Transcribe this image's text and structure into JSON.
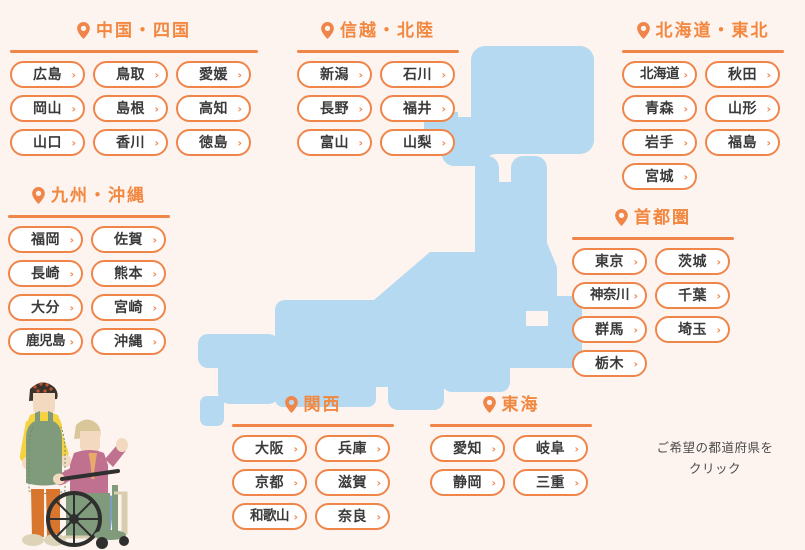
{
  "page": {
    "background_color": "#fdf3ef",
    "accent_color": "#f0854a",
    "map_color": "#b4d9f0",
    "button_text_color": "#3a3a3a"
  },
  "note": {
    "line1": "ご希望の都道府県を",
    "line2": "クリック"
  },
  "icons": {
    "pin": "map-pin-icon",
    "chevron": "›"
  },
  "illustration": {
    "name": "caregiver-and-wheelchair-user-illustration"
  },
  "map": {
    "name": "japan-map-silhouette",
    "color": "#b4d9f0"
  },
  "regions": [
    {
      "id": "chugoku-shikoku",
      "title": "中国・四国",
      "columns": 3,
      "prefectures": [
        {
          "name": "広島"
        },
        {
          "name": "鳥取"
        },
        {
          "name": "愛媛"
        },
        {
          "name": "岡山"
        },
        {
          "name": "島根"
        },
        {
          "name": "高知"
        },
        {
          "name": "山口"
        },
        {
          "name": "香川"
        },
        {
          "name": "徳島"
        }
      ]
    },
    {
      "id": "shinetsu-hokuriku",
      "title": "信越・北陸",
      "columns": 2,
      "prefectures": [
        {
          "name": "新潟"
        },
        {
          "name": "石川"
        },
        {
          "name": "長野"
        },
        {
          "name": "福井"
        },
        {
          "name": "富山"
        },
        {
          "name": "山梨"
        }
      ]
    },
    {
      "id": "hokkaido-tohoku",
      "title": "北海道・東北",
      "columns": 2,
      "prefectures": [
        {
          "name": "北海道",
          "narrow": true
        },
        {
          "name": "秋田"
        },
        {
          "name": "青森"
        },
        {
          "name": "山形"
        },
        {
          "name": "岩手"
        },
        {
          "name": "福島"
        },
        {
          "name": "宮城"
        }
      ]
    },
    {
      "id": "kyushu-okinawa",
      "title": "九州・沖縄",
      "columns": 2,
      "prefectures": [
        {
          "name": "福岡"
        },
        {
          "name": "佐賀"
        },
        {
          "name": "長崎"
        },
        {
          "name": "熊本"
        },
        {
          "name": "大分"
        },
        {
          "name": "宮崎"
        },
        {
          "name": "鹿児島",
          "narrow": true
        },
        {
          "name": "沖縄"
        }
      ]
    },
    {
      "id": "shutoken",
      "title": "首都圏",
      "columns": 2,
      "prefectures": [
        {
          "name": "東京"
        },
        {
          "name": "茨城"
        },
        {
          "name": "神奈川",
          "narrow": true
        },
        {
          "name": "千葉"
        },
        {
          "name": "群馬"
        },
        {
          "name": "埼玉"
        },
        {
          "name": "栃木"
        }
      ]
    },
    {
      "id": "kansai",
      "title": "関西",
      "columns": 2,
      "prefectures": [
        {
          "name": "大阪"
        },
        {
          "name": "兵庫"
        },
        {
          "name": "京都"
        },
        {
          "name": "滋賀"
        },
        {
          "name": "和歌山",
          "narrow": true
        },
        {
          "name": "奈良"
        }
      ]
    },
    {
      "id": "tokai",
      "title": "東海",
      "columns": 2,
      "prefectures": [
        {
          "name": "愛知"
        },
        {
          "name": "岐阜"
        },
        {
          "name": "静岡"
        },
        {
          "name": "三重"
        }
      ]
    }
  ]
}
